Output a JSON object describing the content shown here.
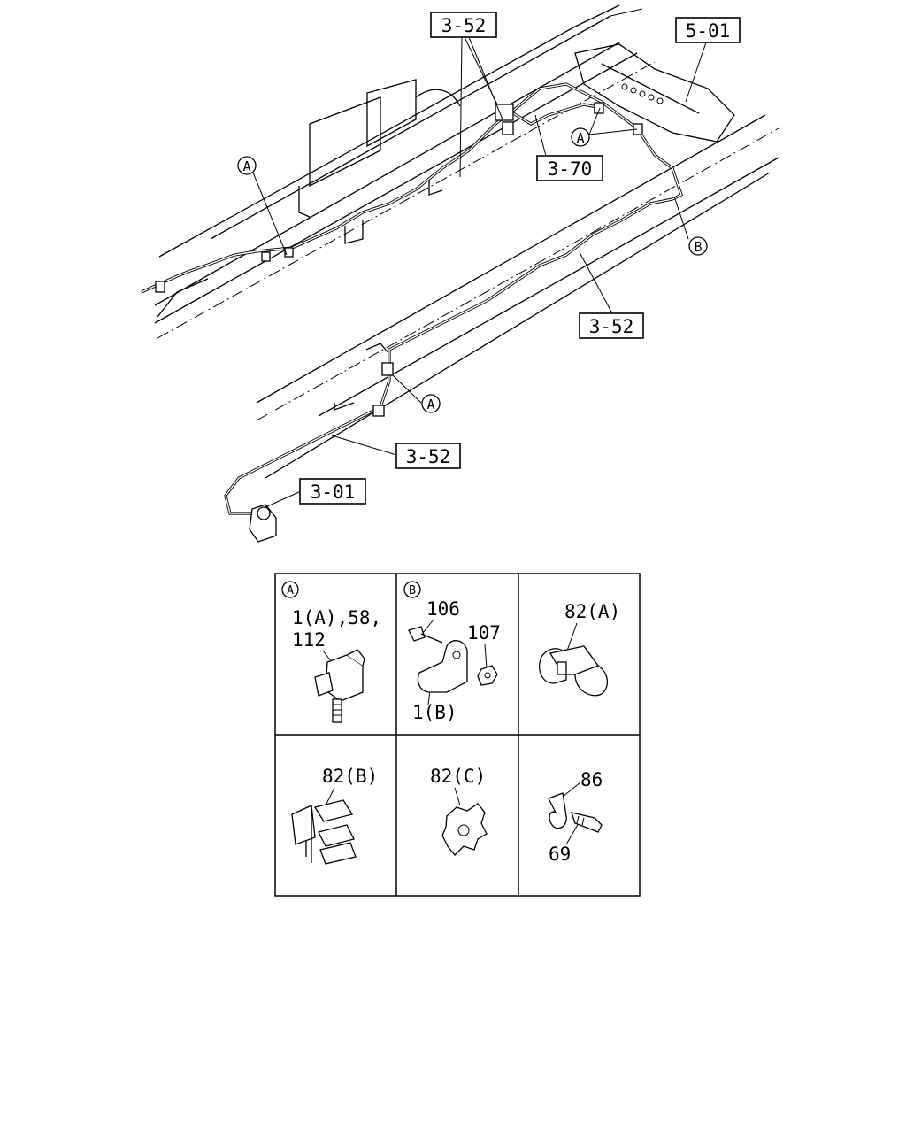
{
  "callouts": {
    "ref_3_52_top": "3-52",
    "ref_5_01": "5-01",
    "ref_3_70": "3-70",
    "ref_3_52_mid": "3-52",
    "ref_3_52_low": "3-52",
    "ref_3_01": "3-01"
  },
  "circle_marks": {
    "a_left": "A",
    "a_top": "A",
    "b_right": "B",
    "a_lower": "A"
  },
  "detail_grid": {
    "cell_a": {
      "marker": "A",
      "line1": "1(A),58,",
      "line2": "112"
    },
    "cell_b": {
      "marker": "B",
      "part_106": "106",
      "part_107": "107",
      "part_1b": "1(B)"
    },
    "cell_82a": {
      "part": "82(A)"
    },
    "cell_82b": {
      "part": "82(B)"
    },
    "cell_82c": {
      "part": "82(C)"
    },
    "cell_86": {
      "part_86": "86",
      "part_69": "69"
    }
  }
}
